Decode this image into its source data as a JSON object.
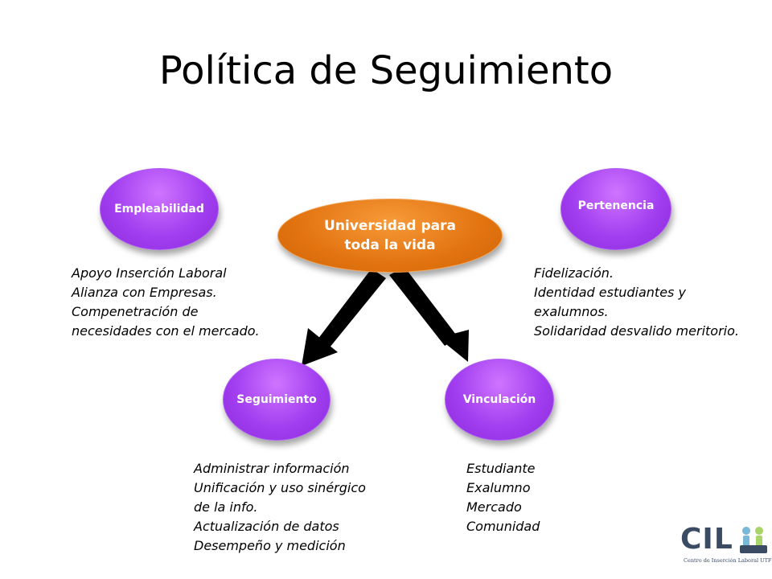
{
  "slide": {
    "title": "Política de Seguimiento"
  },
  "center_node": {
    "line1": "Universidad para",
    "line2": "toda la vida",
    "color": "#e2730f"
  },
  "nodes": {
    "empleabilidad": {
      "label": "Empleabilidad",
      "description": [
        "Apoyo Inserción Laboral",
        "Alianza con Empresas.",
        "Compenetración de",
        "necesidades con el mercado."
      ]
    },
    "pertenencia": {
      "label": "Pertenencia",
      "description": [
        "Fidelización.",
        "Identidad estudiantes y",
        "exalumnos.",
        "Solidaridad desvalido meritorio."
      ]
    },
    "seguimiento": {
      "label": "Seguimiento",
      "description": [
        "Administrar información",
        "Unificación y uso sinérgico",
        "de la info.",
        "Actualización de datos",
        "Desempeño y medición"
      ]
    },
    "vinculacion": {
      "label": "Vinculación",
      "description": [
        "Estudiante",
        "Exalumno",
        "Mercado",
        "Comunidad"
      ]
    },
    "node_color": "#a23ff0"
  },
  "logo": {
    "text": "CIL",
    "subtext": "Centro de Inserción Laboral UTFSM"
  }
}
